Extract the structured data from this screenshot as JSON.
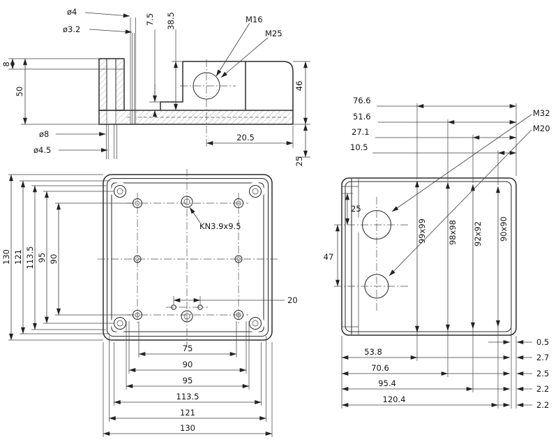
{
  "colors": {
    "line": "#2b2b2b",
    "background": "#ffffff"
  },
  "section_view": {
    "dia4": "ø4",
    "dia3_2": "ø3.2",
    "d7_5": "7.5",
    "d38_5": "38.5",
    "m16": "M16",
    "m25": "M25",
    "d8": "8",
    "d50": "50",
    "dia8": "ø8",
    "dia4_5": "ø4.5",
    "d20_5": "20.5",
    "d46": "46",
    "d25": "25"
  },
  "plan_view": {
    "left_dims": [
      "130",
      "121",
      "113.5",
      "95",
      "90"
    ],
    "kn_label": "KN3.9x9.5",
    "d20": "20",
    "bottom_dims": [
      "75",
      "90",
      "95",
      "113.5",
      "121",
      "130"
    ]
  },
  "side_view": {
    "top_dims": [
      "76.6",
      "51.6",
      "27.1",
      "10.5"
    ],
    "m32": "M32",
    "m20": "M20",
    "d25": "25",
    "d47": "47",
    "section_sizes": [
      "99x99",
      "98x98",
      "92x92",
      "90x90"
    ],
    "bottom_dims": [
      "53.8",
      "70.6",
      "95.4",
      "120.4"
    ],
    "thickness_dims": [
      "0.5",
      "2.7",
      "2.5",
      "2.2",
      "2.2"
    ]
  }
}
